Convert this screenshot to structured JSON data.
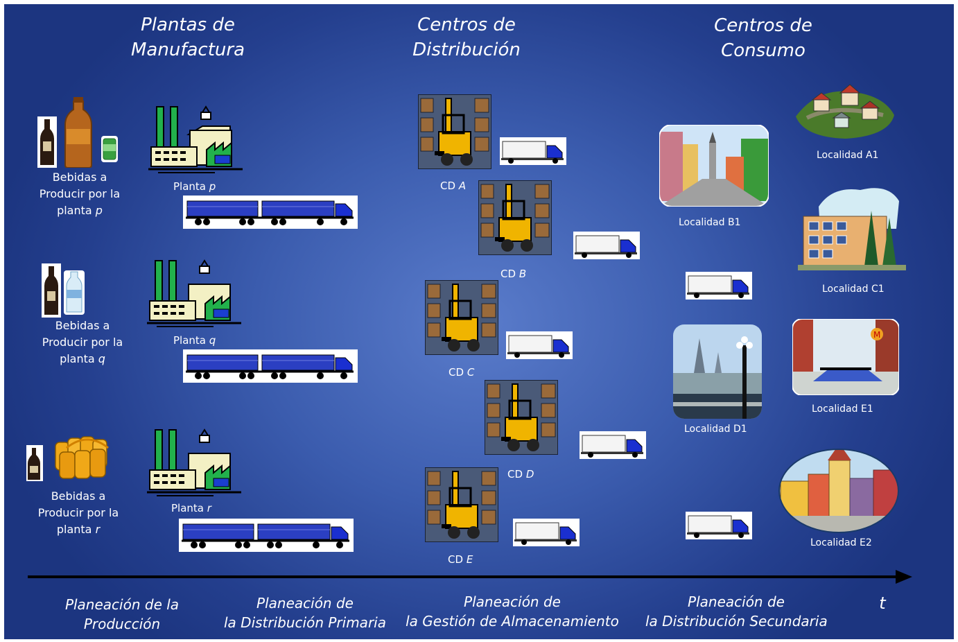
{
  "columns": {
    "plants": "Plantas de Manufactura",
    "plants_l1": "Plantas de",
    "plants_l2": "Manufactura",
    "dc_l1": "Centros de",
    "dc_l2": "Distribución",
    "consumo_l1": "Centros de",
    "consumo_l2": "Consumo"
  },
  "products": [
    {
      "l1": "Bebidas a",
      "l2": "Producir por la",
      "l3": "planta",
      "var": "p"
    },
    {
      "l1": "Bebidas a",
      "l2": "Producir por la",
      "l3": "planta",
      "var": "q"
    },
    {
      "l1": "Bebidas a",
      "l2": "Producir por la",
      "l3": "planta",
      "var": "r"
    }
  ],
  "plants": [
    {
      "label": "Planta",
      "var": "p"
    },
    {
      "label": "Planta",
      "var": "q"
    },
    {
      "label": "Planta",
      "var": "r"
    }
  ],
  "dcs": [
    {
      "label": "CD",
      "var": "A"
    },
    {
      "label": "CD",
      "var": "B"
    },
    {
      "label": "CD",
      "var": "C"
    },
    {
      "label": "CD",
      "var": "D"
    },
    {
      "label": "CD",
      "var": "E"
    }
  ],
  "localities": {
    "A1": "Localidad A1",
    "B1": "Localidad B1",
    "C1": "Localidad C1",
    "D1": "Localidad D1",
    "E1": "Localidad E1",
    "E2": "Localidad E2"
  },
  "stages": [
    {
      "l1": "Planeación de la",
      "l2": "Producción"
    },
    {
      "l1": "Planeación de",
      "l2": "la Distribución Primaria"
    },
    {
      "l1": "Planeación de",
      "l2": "la Gestión de Almacenamiento"
    },
    {
      "l1": "Planeación de",
      "l2": "la Distribución Secundaria"
    }
  ],
  "axis_label": "t",
  "colors": {
    "bg_center": "#5a7ccb",
    "bg_edge": "#1c3580",
    "truck_cab": "#1a2fd0",
    "factory_green": "#22b14c",
    "forklift": "#f0b400"
  }
}
